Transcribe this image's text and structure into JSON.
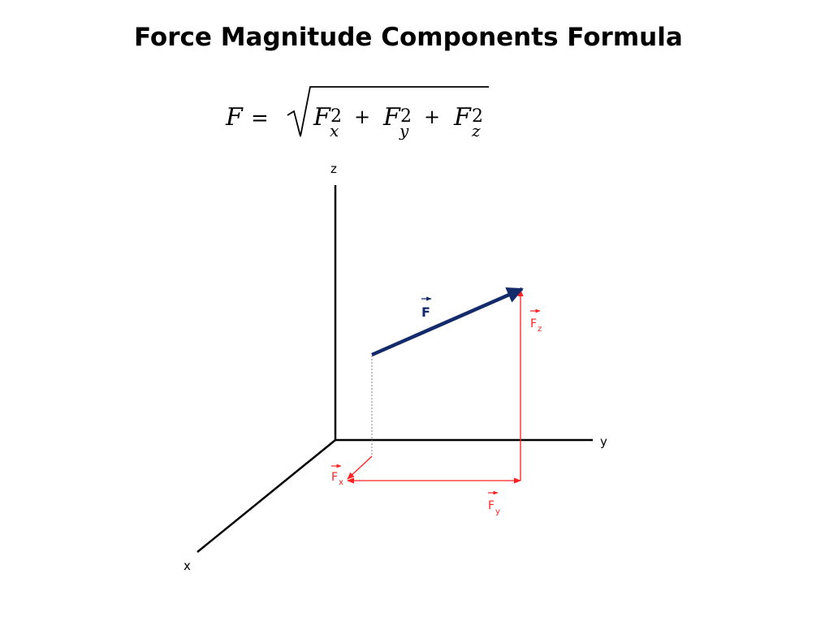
{
  "title": "Force Magnitude Components Formula",
  "formula": {
    "lhs": "F",
    "equals": "=",
    "terms": [
      {
        "base": "F",
        "sub": "x",
        "sup": "2"
      },
      {
        "base": "F",
        "sub": "y",
        "sup": "2"
      },
      {
        "base": "F",
        "sub": "z",
        "sup": "2"
      }
    ],
    "plus": "+"
  },
  "axes": {
    "x": "x",
    "y": "y",
    "z": "z"
  },
  "vectors": {
    "force": {
      "base": "F",
      "color": "#142b6b"
    },
    "fx": {
      "base": "F",
      "sub": "x",
      "color": "#ff2020"
    },
    "fy": {
      "base": "F",
      "sub": "y",
      "color": "#ff2020"
    },
    "fz": {
      "base": "F",
      "sub": "z",
      "color": "#ff2020"
    }
  },
  "colors": {
    "axis": "#000000",
    "projection": "#888888"
  }
}
